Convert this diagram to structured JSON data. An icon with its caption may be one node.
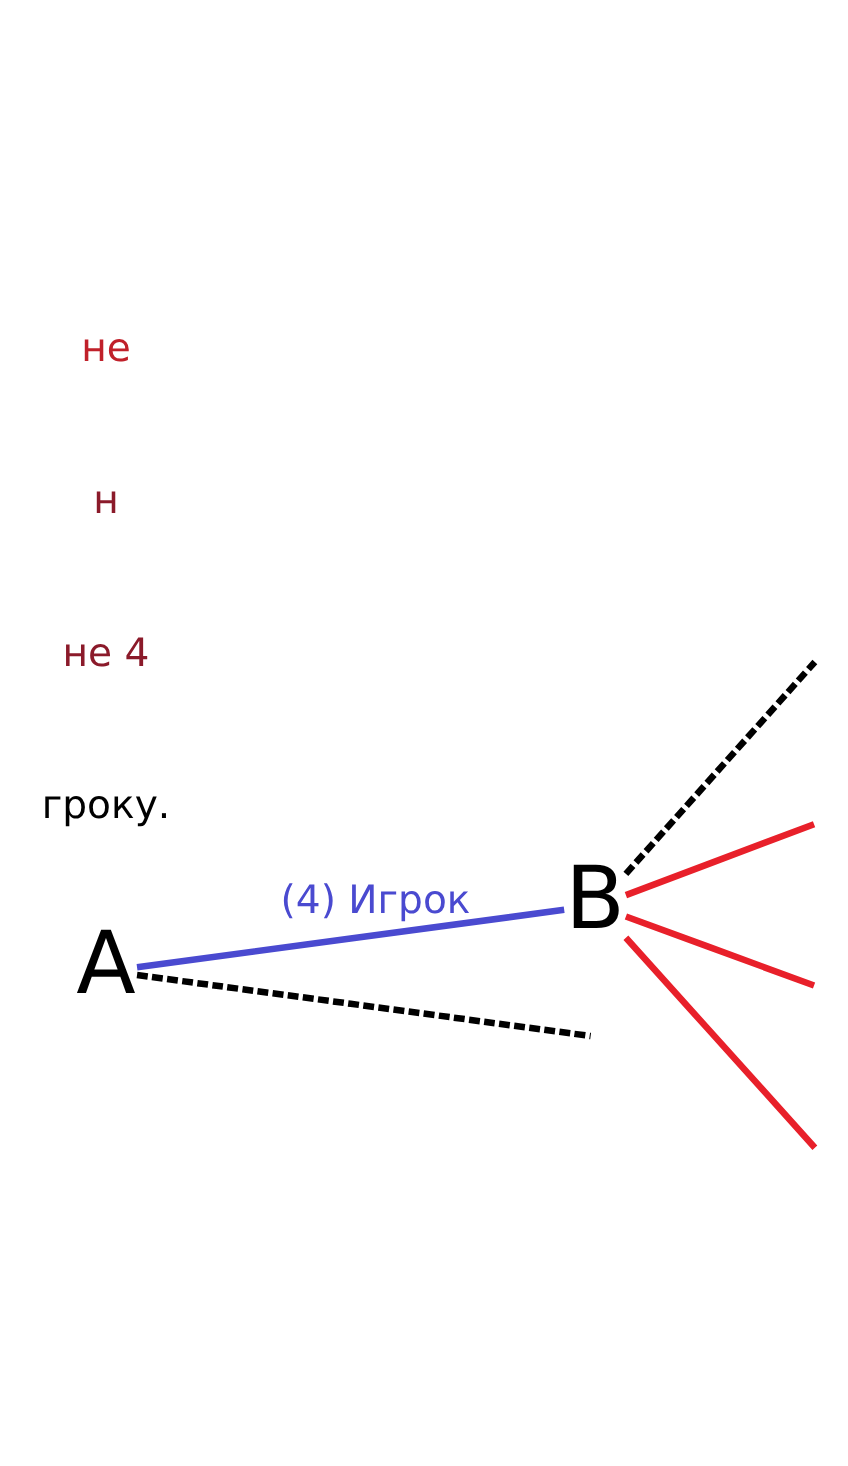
{
  "diagram": {
    "nodes": [
      {
        "text": [
          "A"
        ]
      },
      {
        "text": [
          "B"
        ]
      }
    ],
    "edges": [
      {
        "from": 0,
        "to": 1,
        "arrow": "none",
        "label": "(4) Игрок",
        "color": "#4a4ad0"
      },
      {
        "from": 0,
        "to": null,
        "arrow": "none",
        "style": "dashed",
        "color": "#000000"
      },
      {
        "from": 1,
        "to": null,
        "arrow": "none",
        "style": "dashed",
        "color": "#000000"
      },
      {
        "from": 1,
        "to": null,
        "arrow": "none",
        "color": "#e8202a"
      },
      {
        "from": 1,
        "to": null,
        "arrow": "none",
        "color": "#e8202a"
      },
      {
        "from": 1,
        "to": null,
        "arrow": "none",
        "color": "#e8202a"
      }
    ],
    "labels": [
      "гроку.",
      "не 4",
      "н",
      "не"
    ]
  }
}
